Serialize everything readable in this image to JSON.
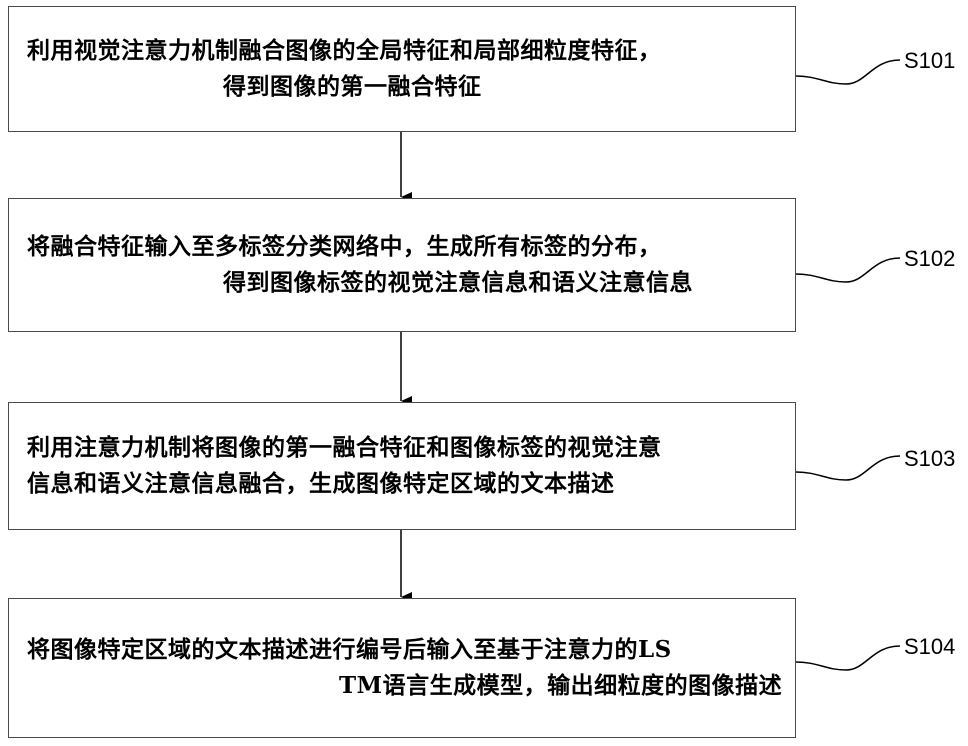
{
  "steps": [
    {
      "id": "S101",
      "lines": [
        "利用视觉注意力机制融合图像的全局特征和局部细粒度特征，",
        "得到图像的第一融合特征"
      ]
    },
    {
      "id": "S102",
      "lines": [
        "将融合特征输入至多标签分类网络中，生成所有标签的分布，",
        "得到图像标签的视觉注意信息和语义注意信息"
      ]
    },
    {
      "id": "S103",
      "lines": [
        "利用注意力机制将图像的第一融合特征和图像标签的视觉注意",
        "信息和语义注意信息融合，生成图像特定区域的文本描述"
      ]
    },
    {
      "id": "S104",
      "lines": [
        "将图像特定区域的文本描述进行编号后输入至基于注意力的LS",
        "TM语言生成模型，输出细粒度的图像描述"
      ]
    }
  ]
}
